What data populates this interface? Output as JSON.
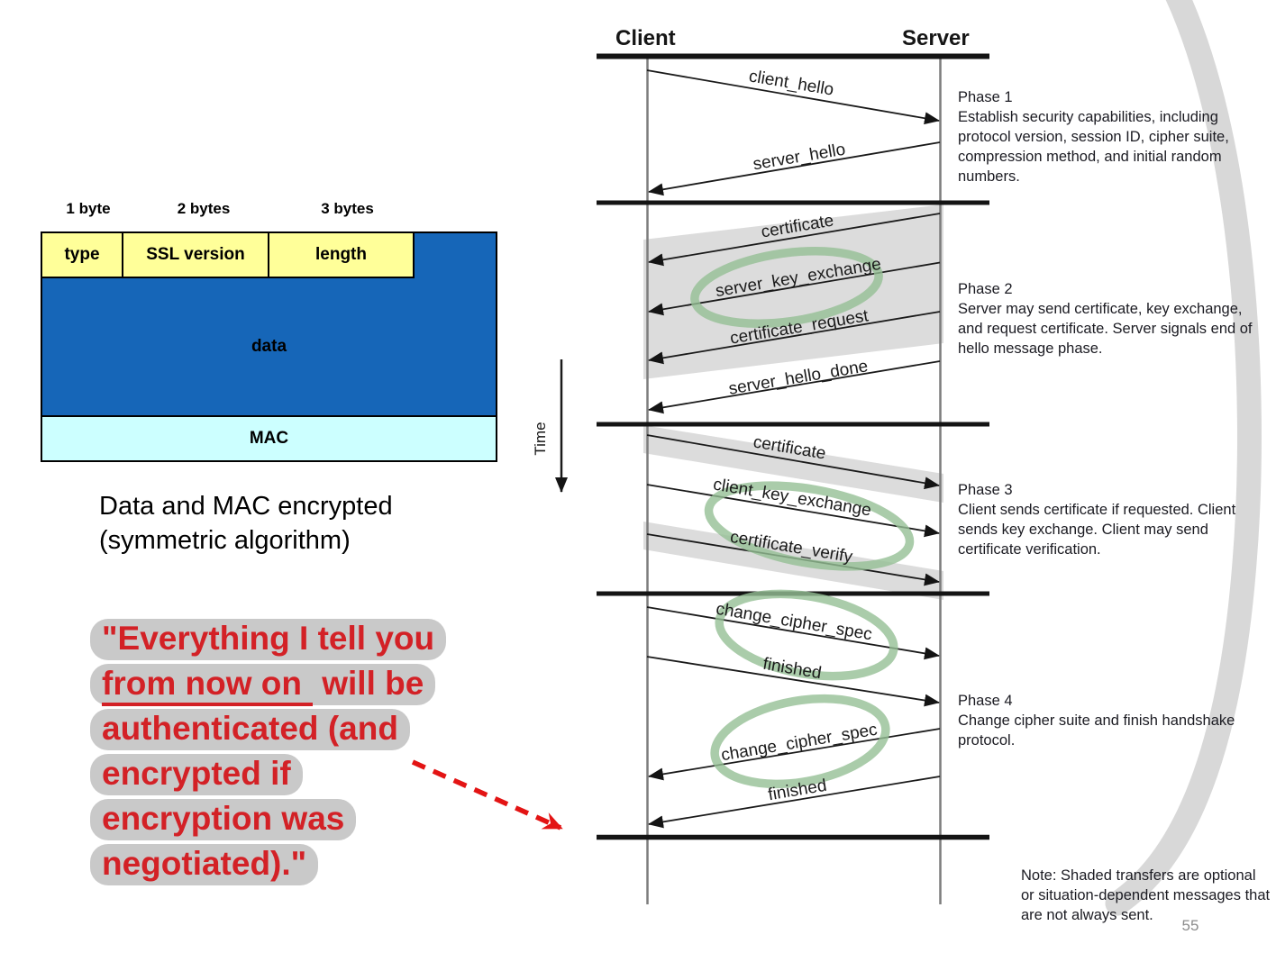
{
  "page": {
    "number": "55"
  },
  "record": {
    "byte_labels": [
      "1 byte",
      "2 bytes",
      "3 bytes"
    ],
    "fields": {
      "type": "type",
      "ssl": "SSL version",
      "length": "length",
      "data": "data",
      "mac": "MAC"
    },
    "caption_line1": "Data and MAC encrypted",
    "caption_line2": "(symmetric algorithm)",
    "colors": {
      "header_fill": "#ffff99",
      "data_fill": "#1666b8",
      "mac_fill": "#ccffff"
    }
  },
  "quote": {
    "line1": "\"Everything I tell you",
    "line2_underlined": "from now on",
    "line2_rest": " will be",
    "line3": "authenticated (and",
    "line4": "encrypted if",
    "line5": "encryption was",
    "line6": "negotiated).\"",
    "text_color": "#d32126",
    "highlight_color": "#c9c9c9",
    "arrow_color": "#e31414"
  },
  "sequence": {
    "client_label": "Client",
    "server_label": "Server",
    "time_label": "Time",
    "messages": [
      "client_hello",
      "server_hello",
      "certificate",
      "server_key_exchange",
      "certificate_request",
      "server_hello_done",
      "certificate",
      "client_key_exchange",
      "certificate_verify",
      "change_cipher_spec",
      "finished",
      "change_cipher_spec",
      "finished"
    ],
    "phases": [
      {
        "title": "Phase 1",
        "description": "Establish security capabilities, including protocol version, session ID, cipher suite, compression method, and initial random numbers."
      },
      {
        "title": "Phase 2",
        "description": "Server may send certificate, key exchange, and request certificate. Server signals end of hello message phase."
      },
      {
        "title": "Phase 3",
        "description": "Client sends certificate if requested. Client sends key exchange. Client may send certificate verification."
      },
      {
        "title": "Phase 4",
        "description": "Change cipher suite and finish handshake protocol."
      }
    ],
    "note": "Note: Shaded transfers are optional or situation-dependent messages that are not always sent.",
    "annotation_color": "#95bf95",
    "shade_color": "#dcdcdc"
  }
}
